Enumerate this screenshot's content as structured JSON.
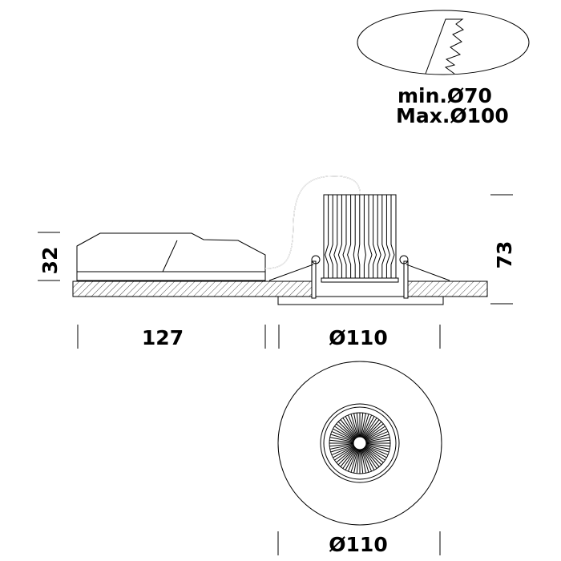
{
  "cutout": {
    "min_label": "min.Ø70",
    "max_label": "Max.Ø100"
  },
  "side_view": {
    "height_driver": "32",
    "height_total": "73",
    "length_driver": "127",
    "diameter_trim": "Ø110"
  },
  "front_view": {
    "diameter": "Ø110"
  },
  "colors": {
    "line": "#000000",
    "background": "#ffffff"
  }
}
